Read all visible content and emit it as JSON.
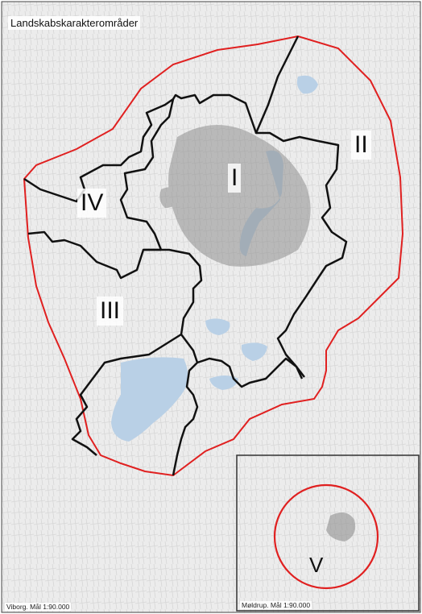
{
  "map": {
    "title": "Landskabskarakterområder",
    "main_scale": "Viborg. Mål 1:90.000",
    "inset_scale": "Møldrup. Mål 1:90.000",
    "regions": [
      {
        "id": "I",
        "label": "I"
      },
      {
        "id": "II",
        "label": "II"
      },
      {
        "id": "III",
        "label": "III"
      },
      {
        "id": "IV",
        "label": "IV"
      },
      {
        "id": "V",
        "label": "V"
      }
    ],
    "colors": {
      "outer_boundary": "#e02020",
      "region_boundary": "#111111",
      "water": "#b9d0e6",
      "urban": "#8c8c8c",
      "land": "#ececec"
    }
  }
}
